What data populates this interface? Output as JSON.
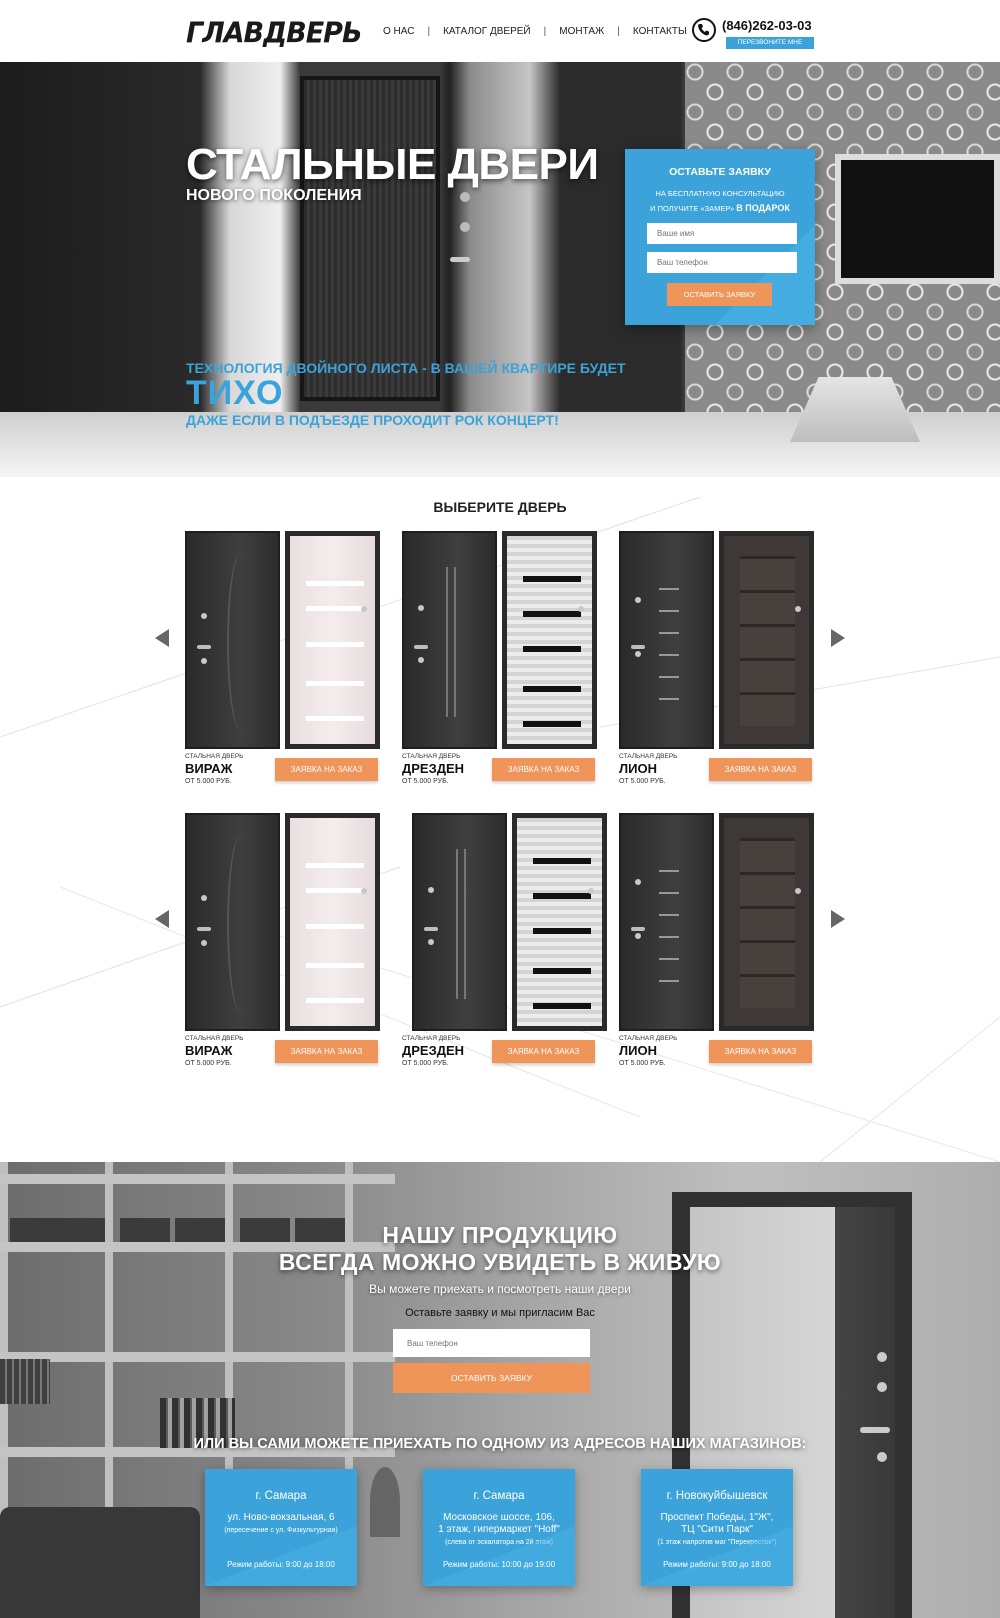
{
  "header": {
    "logo": "ГЛАВДВЕРЬ",
    "nav": [
      "О НАС",
      "КАТАЛОГ ДВЕРЕЙ",
      "МОНТАЖ",
      "КОНТАКТЫ"
    ],
    "separator": "|",
    "phone": "(846)262-03-03",
    "callback_label": "ПЕРЕЗВОНИТЕ МНЕ"
  },
  "hero": {
    "title": "СТАЛЬНЫЕ ДВЕРИ",
    "subtitle": "НОВОГО ПОКОЛЕНИЯ",
    "tagline_1": "ТЕХНОЛОГИЯ ДВОЙНОГО ЛИСТА - В ВАШЕЙ КВАРТИРЕ БУДЕТ",
    "tagline_2": "ТИХО",
    "tagline_3": "ДАЖЕ ЕСЛИ  В ПОДЪЕЗДЕ ПРОХОДИТ РОК КОНЦЕРТ!",
    "form": {
      "title": "ОСТАВЬТЕ ЗАЯВКУ",
      "line_1": "НА БЕСПЛАТНУЮ  КОНСУЛЬТАЦИЮ",
      "line_2": "И ПОЛУЧИТЕ «ЗАМЕР»",
      "line_2_bold": "В ПОДАРОК",
      "name_placeholder": "Ваше имя",
      "phone_placeholder": "Ваш телефон",
      "submit_label": "ОСТАВИТЬ ЗАЯВКУ"
    }
  },
  "catalog": {
    "title": "ВЫБЕРИТЕ ДВЕРЬ",
    "rows": [
      [
        {
          "kind": "СТАЛЬНАЯ ДВЕРЬ",
          "name": "ВИРАЖ",
          "price": "ОТ 5.000 РУБ.",
          "order_label": "ЗАЯВКА НА ЗАКАЗ"
        },
        {
          "kind": "СТАЛЬНАЯ ДВЕРЬ",
          "name": "ДРЕЗДЕН",
          "price": "ОТ 5.000 РУБ.",
          "order_label": "ЗАЯВКА НА ЗАКАЗ"
        },
        {
          "kind": "СТАЛЬНАЯ ДВЕРЬ",
          "name": "ЛИОН",
          "price": "ОТ 5.000 РУБ.",
          "order_label": "ЗАЯВКА НА ЗАКАЗ"
        }
      ],
      [
        {
          "kind": "СТАЛЬНАЯ ДВЕРЬ",
          "name": "ВИРАЖ",
          "price": "ОТ 5.000 РУБ.",
          "order_label": "ЗАЯВКА НА ЗАКАЗ"
        },
        {
          "kind": "СТАЛЬНАЯ ДВЕРЬ",
          "name": "ДРЕЗДЕН",
          "price": "ОТ 5.000 РУБ.",
          "order_label": "ЗАЯВКА НА ЗАКАЗ"
        },
        {
          "kind": "СТАЛЬНАЯ ДВЕРЬ",
          "name": "ЛИОН",
          "price": "ОТ 5.000 РУБ.",
          "order_label": "ЗАЯВКА НА ЗАКАЗ"
        }
      ]
    ]
  },
  "showroom": {
    "title_1": "НАШУ ПРОДУКЦИЮ",
    "title_2": "ВСЕГДА МОЖНО УВИДЕТЬ В ЖИВУЮ",
    "sub_1": "Вы можете приехать и посмотреть наши двери",
    "sub_2": "Оставьте заявку и мы пригласим Вас",
    "phone_placeholder": "Ваш телефон",
    "submit_label": "ОСТАВИТЬ ЗАЯВКУ",
    "addresses_title": "ИЛИ ВЫ САМИ МОЖЕТЕ ПРИЕХАТЬ ПО ОДНОМУ ИЗ АДРЕСОВ НАШИХ МАГАЗИНОВ:",
    "stores": [
      {
        "city": "г. Самара",
        "address_1": "ул. Ново-вокзальная, 6",
        "address_2": "",
        "note": "(пересечение с ул. Физкультурная)",
        "hours": "Режим работы: 9:00 до 18:00"
      },
      {
        "city": "г. Самара",
        "address_1": "Московское шоссе, 106,",
        "address_2": "1 этаж, гипермаркет \"Hoff\"",
        "note": "(слева от эскалатора на 2й этаж)",
        "hours": "Режим работы: 10:00 до 19:00"
      },
      {
        "city": "г. Новокуйбышевск",
        "address_1": "Проспект Победы, 1\"Ж\",",
        "address_2": "ТЦ \"Сити Парк\"",
        "note": "(1 этаж напротив маг \"Перекресток\")",
        "hours": "Режим работы: 9:00 до 18:00"
      }
    ]
  },
  "colors": {
    "accent_blue": "#3ba3d9",
    "accent_orange": "#f0955a"
  }
}
